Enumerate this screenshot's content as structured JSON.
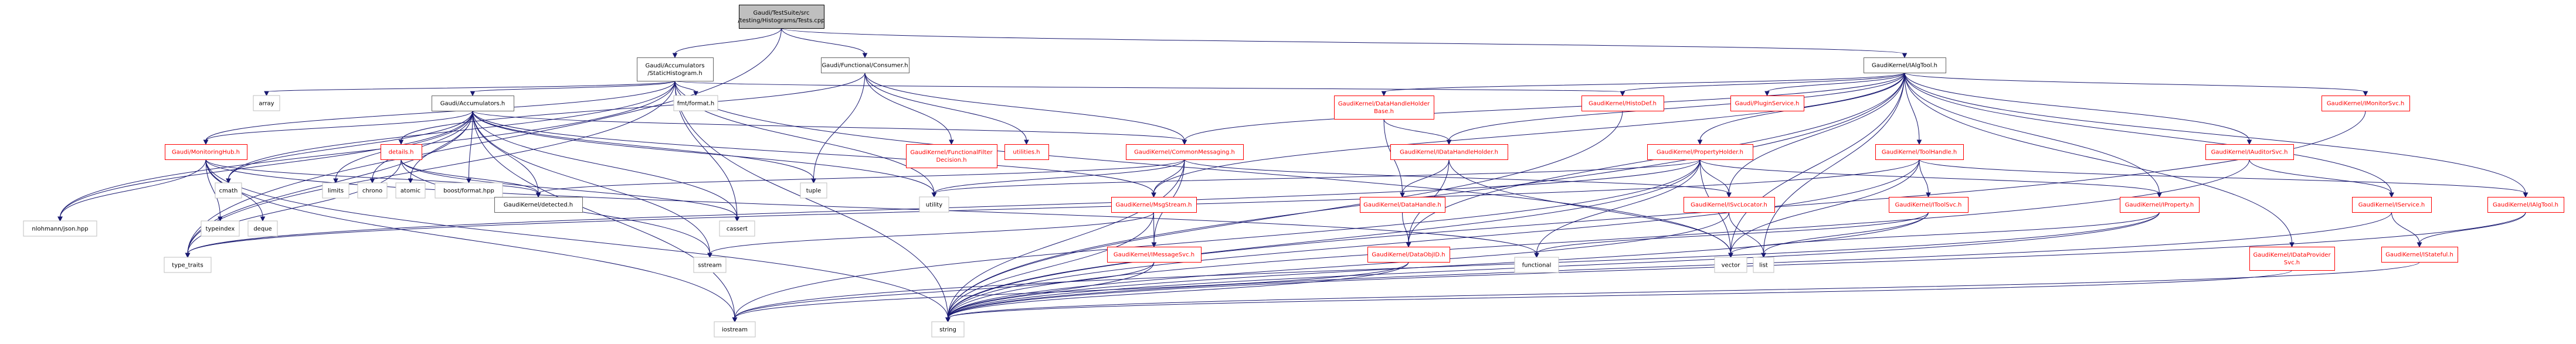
{
  "nodes": [
    {
      "id": "root",
      "lines": [
        "Gaudi/TestSuite/src",
        "/testing/Histograms/Tests.cpp"
      ],
      "style": "root"
    },
    {
      "id": "static_hist",
      "lines": [
        "Gaudi/Accumulators",
        "/StaticHistogram.h"
      ],
      "style": "normal"
    },
    {
      "id": "func_consumer",
      "lines": [
        "Gaudi/Functional/Consumer.h"
      ],
      "style": "normal"
    },
    {
      "id": "ialgtool",
      "lines": [
        "GaudiKernel/IAlgTool.h"
      ],
      "style": "normal"
    },
    {
      "id": "accumulators",
      "lines": [
        "Gaudi/Accumulators.h"
      ],
      "style": "normal"
    },
    {
      "id": "array",
      "lines": [
        "array"
      ],
      "style": "std"
    },
    {
      "id": "fmt_format",
      "lines": [
        "fmt/format.h"
      ],
      "style": "std"
    },
    {
      "id": "histodef",
      "lines": [
        "GaudiKernel/HistoDef.h"
      ],
      "style": "red"
    },
    {
      "id": "dhh_base",
      "lines": [
        "GaudiKernel/DataHandleHolder",
        "Base.h"
      ],
      "style": "red"
    },
    {
      "id": "plugin_svc",
      "lines": [
        "Gaudi/PluginService.h"
      ],
      "style": "red"
    },
    {
      "id": "imonitor_svc",
      "lines": [
        "GaudiKernel/IMonitorSvc.h"
      ],
      "style": "red"
    },
    {
      "id": "monitoring_hub",
      "lines": [
        "Gaudi/MonitoringHub.h"
      ],
      "style": "red"
    },
    {
      "id": "details",
      "lines": [
        "details.h"
      ],
      "style": "red"
    },
    {
      "id": "func_filter",
      "lines": [
        "GaudiKernel/FunctionalFilter",
        "Decision.h"
      ],
      "style": "red"
    },
    {
      "id": "utilities",
      "lines": [
        "utilities.h"
      ],
      "style": "red"
    },
    {
      "id": "common_messaging",
      "lines": [
        "GaudiKernel/CommonMessaging.h"
      ],
      "style": "red"
    },
    {
      "id": "idhh",
      "lines": [
        "GaudiKernel/IDataHandleHolder.h"
      ],
      "style": "red"
    },
    {
      "id": "property_holder",
      "lines": [
        "GaudiKernel/PropertyHolder.h"
      ],
      "style": "red"
    },
    {
      "id": "toolhandle",
      "lines": [
        "GaudiKernel/ToolHandle.h"
      ],
      "style": "red"
    },
    {
      "id": "iauditor_svc",
      "lines": [
        "GaudiKernel/IAuditorSvc.h"
      ],
      "style": "red"
    },
    {
      "id": "cmath",
      "lines": [
        "cmath"
      ],
      "style": "std"
    },
    {
      "id": "limits",
      "lines": [
        "limits"
      ],
      "style": "std"
    },
    {
      "id": "chrono",
      "lines": [
        "chrono"
      ],
      "style": "std"
    },
    {
      "id": "atomic",
      "lines": [
        "atomic"
      ],
      "style": "std"
    },
    {
      "id": "boost_format",
      "lines": [
        "boost/format.hpp"
      ],
      "style": "std"
    },
    {
      "id": "tuple",
      "lines": [
        "tuple"
      ],
      "style": "std"
    },
    {
      "id": "nlohmann",
      "lines": [
        "nlohmann/json.hpp"
      ],
      "style": "std"
    },
    {
      "id": "typeindex",
      "lines": [
        "typeindex"
      ],
      "style": "std"
    },
    {
      "id": "deque",
      "lines": [
        "deque"
      ],
      "style": "std"
    },
    {
      "id": "detected",
      "lines": [
        "GaudiKernel/detected.h"
      ],
      "style": "normal"
    },
    {
      "id": "cassert",
      "lines": [
        "cassert"
      ],
      "style": "std"
    },
    {
      "id": "utility",
      "lines": [
        "utility"
      ],
      "style": "std"
    },
    {
      "id": "msgstream",
      "lines": [
        "GaudiKernel/MsgStream.h"
      ],
      "style": "red"
    },
    {
      "id": "datahandle",
      "lines": [
        "GaudiKernel/DataHandle.h"
      ],
      "style": "red"
    },
    {
      "id": "isvclocator",
      "lines": [
        "GaudiKernel/ISvcLocator.h"
      ],
      "style": "red"
    },
    {
      "id": "itoolsvc",
      "lines": [
        "GaudiKernel/IToolSvc.h"
      ],
      "style": "red"
    },
    {
      "id": "iproperty",
      "lines": [
        "GaudiKernel/IProperty.h"
      ],
      "style": "red"
    },
    {
      "id": "iservice",
      "lines": [
        "GaudiKernel/IService.h"
      ],
      "style": "red"
    },
    {
      "id": "ialgtool_h",
      "lines": [
        "GaudiKernel/IAlgTool.h"
      ],
      "style": "red"
    },
    {
      "id": "type_traits",
      "lines": [
        "type_traits"
      ],
      "style": "std"
    },
    {
      "id": "sstream",
      "lines": [
        "sstream"
      ],
      "style": "std"
    },
    {
      "id": "imessage_svc",
      "lines": [
        "GaudiKernel/IMessageSvc.h"
      ],
      "style": "red"
    },
    {
      "id": "dataobjid",
      "lines": [
        "GaudiKernel/DataObjID.h"
      ],
      "style": "red"
    },
    {
      "id": "functional",
      "lines": [
        "functional"
      ],
      "style": "std"
    },
    {
      "id": "list",
      "lines": [
        "list"
      ],
      "style": "std"
    },
    {
      "id": "vector",
      "lines": [
        "vector"
      ],
      "style": "std"
    },
    {
      "id": "idataprovider",
      "lines": [
        "GaudiKernel/IDataProvider",
        "Svc.h"
      ],
      "style": "red"
    },
    {
      "id": "istateful",
      "lines": [
        "GaudiKernel/IStateful.h"
      ],
      "style": "red"
    },
    {
      "id": "iostream",
      "lines": [
        "iostream"
      ],
      "style": "std"
    },
    {
      "id": "string",
      "lines": [
        "string"
      ],
      "style": "std"
    }
  ],
  "edges": [
    [
      "root",
      "static_hist"
    ],
    [
      "root",
      "func_consumer"
    ],
    [
      "root",
      "ialgtool"
    ],
    [
      "root",
      "type_traits"
    ],
    [
      "static_hist",
      "accumulators"
    ],
    [
      "static_hist",
      "array"
    ],
    [
      "static_hist",
      "fmt_format"
    ],
    [
      "static_hist",
      "histodef"
    ],
    [
      "static_hist",
      "cmath"
    ],
    [
      "static_hist",
      "monitoring_hub"
    ],
    [
      "static_hist",
      "nlohmann"
    ],
    [
      "static_hist",
      "type_traits"
    ],
    [
      "static_hist",
      "cassert"
    ],
    [
      "static_hist",
      "utility"
    ],
    [
      "static_hist",
      "string"
    ],
    [
      "static_hist",
      "vector"
    ],
    [
      "func_consumer",
      "details"
    ],
    [
      "func_consumer",
      "func_filter"
    ],
    [
      "func_consumer",
      "utilities"
    ],
    [
      "func_consumer",
      "tuple"
    ],
    [
      "func_consumer",
      "common_messaging"
    ],
    [
      "ialgtool",
      "dhh_base"
    ],
    [
      "ialgtool",
      "plugin_svc"
    ],
    [
      "ialgtool",
      "imonitor_svc"
    ],
    [
      "ialgtool",
      "histodef"
    ],
    [
      "ialgtool",
      "common_messaging"
    ],
    [
      "ialgtool",
      "idhh"
    ],
    [
      "ialgtool",
      "property_holder"
    ],
    [
      "ialgtool",
      "toolhandle"
    ],
    [
      "ialgtool",
      "iauditor_svc"
    ],
    [
      "ialgtool",
      "isvclocator"
    ],
    [
      "ialgtool",
      "iproperty"
    ],
    [
      "ialgtool",
      "ialgtool_h"
    ],
    [
      "ialgtool",
      "msgstream"
    ],
    [
      "ialgtool",
      "dataobjid"
    ],
    [
      "ialgtool",
      "list"
    ],
    [
      "ialgtool",
      "vector"
    ],
    [
      "ialgtool",
      "idataprovider"
    ],
    [
      "ialgtool",
      "string"
    ],
    [
      "ialgtool",
      "iservice"
    ],
    [
      "accumulators",
      "cmath"
    ],
    [
      "accumulators",
      "limits"
    ],
    [
      "accumulators",
      "chrono"
    ],
    [
      "accumulators",
      "atomic"
    ],
    [
      "accumulators",
      "boost_format"
    ],
    [
      "accumulators",
      "tuple"
    ],
    [
      "accumulators",
      "monitoring_hub"
    ],
    [
      "accumulators",
      "nlohmann"
    ],
    [
      "accumulators",
      "detected"
    ],
    [
      "accumulators",
      "cassert"
    ],
    [
      "accumulators",
      "utility"
    ],
    [
      "accumulators",
      "type_traits"
    ],
    [
      "accumulators",
      "iostream"
    ],
    [
      "accumulators",
      "sstream"
    ],
    [
      "accumulators",
      "common_messaging"
    ],
    [
      "accumulators",
      "msgstream"
    ],
    [
      "monitoring_hub",
      "nlohmann"
    ],
    [
      "monitoring_hub",
      "typeindex"
    ],
    [
      "monitoring_hub",
      "deque"
    ],
    [
      "monitoring_hub",
      "detected"
    ],
    [
      "monitoring_hub",
      "functional"
    ],
    [
      "monitoring_hub",
      "string"
    ],
    [
      "monitoring_hub",
      "iostream"
    ],
    [
      "details",
      "detected"
    ],
    [
      "details",
      "cassert"
    ],
    [
      "details",
      "sstream"
    ],
    [
      "details",
      "type_traits"
    ],
    [
      "common_messaging",
      "msgstream"
    ],
    [
      "common_messaging",
      "utility"
    ],
    [
      "common_messaging",
      "detected"
    ],
    [
      "common_messaging",
      "imessage_svc"
    ],
    [
      "common_messaging",
      "string"
    ],
    [
      "common_messaging",
      "isvclocator"
    ],
    [
      "dhh_base",
      "idhh"
    ],
    [
      "dhh_base",
      "datahandle"
    ],
    [
      "idhh",
      "datahandle"
    ],
    [
      "idhh",
      "dataobjid"
    ],
    [
      "idhh",
      "vector"
    ],
    [
      "property_holder",
      "utility"
    ],
    [
      "property_holder",
      "iproperty"
    ],
    [
      "property_holder",
      "isvclocator"
    ],
    [
      "property_holder",
      "functional"
    ],
    [
      "property_holder",
      "string"
    ],
    [
      "property_holder",
      "vector"
    ],
    [
      "property_holder",
      "iostream"
    ],
    [
      "property_holder",
      "type_traits"
    ],
    [
      "toolhandle",
      "itoolsvc"
    ],
    [
      "toolhandle",
      "vector"
    ],
    [
      "toolhandle",
      "type_traits"
    ],
    [
      "toolhandle",
      "string"
    ],
    [
      "toolhandle",
      "ialgtool_h"
    ],
    [
      "iauditor_svc",
      "iservice"
    ],
    [
      "iauditor_svc",
      "string"
    ],
    [
      "imonitor_svc",
      "string"
    ],
    [
      "datahandle",
      "dataobjid"
    ],
    [
      "msgstream",
      "imessage_svc"
    ],
    [
      "msgstream",
      "sstream"
    ],
    [
      "msgstream",
      "string"
    ],
    [
      "isvclocator",
      "list"
    ],
    [
      "isvclocator",
      "string"
    ],
    [
      "itoolsvc",
      "functional"
    ],
    [
      "itoolsvc",
      "list"
    ],
    [
      "itoolsvc",
      "string"
    ],
    [
      "iproperty",
      "vector"
    ],
    [
      "iproperty",
      "string"
    ],
    [
      "iproperty",
      "iostream"
    ],
    [
      "iservice",
      "istateful"
    ],
    [
      "iservice",
      "string"
    ],
    [
      "ialgtool_h",
      "istateful"
    ],
    [
      "ialgtool_h",
      "string"
    ],
    [
      "istateful",
      "string"
    ],
    [
      "idataprovider",
      "string"
    ],
    [
      "dataobjid",
      "iostream"
    ],
    [
      "dataobjid",
      "string"
    ],
    [
      "imessage_svc",
      "iostream"
    ],
    [
      "imessage_svc",
      "string"
    ],
    [
      "histodef",
      "string"
    ]
  ]
}
